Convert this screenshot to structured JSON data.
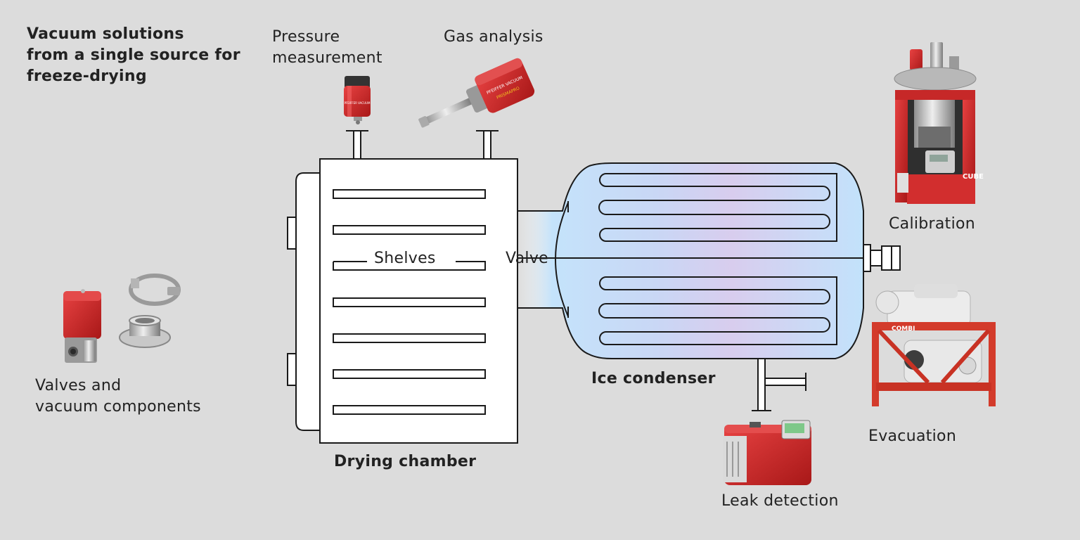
{
  "title": "Vacuum solutions\nfrom a single source for\nfreeze-drying",
  "labels": {
    "pressure": "Pressure\nmeasurement",
    "gas": "Gas analysis",
    "shelves": "Shelves",
    "valve": "Valve",
    "drying_chamber": "Drying chamber",
    "ice_condenser": "Ice condenser",
    "valves_components": "Valves and\nvacuum components",
    "calibration": "Calibration",
    "evacuation": "Evacuation",
    "leak_detection": "Leak detection"
  },
  "device_text": {
    "gauge_brand": "PFEIFFER VACUUM",
    "analyzer_brand": "PFEIFFER VACUUM",
    "analyzer_model": "PRISMAPRO",
    "cube_name": "CUBE",
    "combi_name": "COMBI"
  },
  "colors": {
    "background": "#dcdcdc",
    "pfeiffer_red": "#d42a2a",
    "condenser_blue": "#bfe0fb",
    "condenser_violet": "#d6d0ee",
    "outline": "#1a1a1a"
  }
}
